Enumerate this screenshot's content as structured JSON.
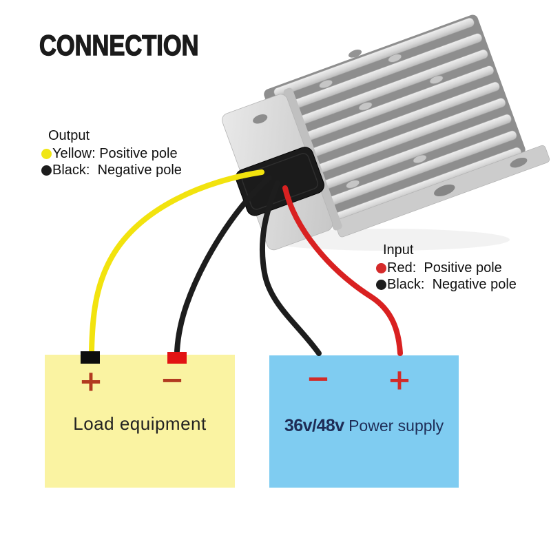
{
  "title": "CONNECTION",
  "device": {
    "name": "voltage converter with aluminum heatsink",
    "connector": "black wire connector block",
    "body_color": "#d6d6d6",
    "connector_color": "#1b1b1b"
  },
  "output_legend": {
    "title": "Output",
    "items": [
      {
        "dot": "yellow-dot",
        "dot_hex": "#f0e615",
        "label": "Yellow: Positive pole"
      },
      {
        "dot": "black-dot",
        "dot_hex": "#1d1d1d",
        "label": "Black:  Negative pole"
      }
    ]
  },
  "input_legend": {
    "title": "Input",
    "items": [
      {
        "dot": "red-dot",
        "dot_hex": "#d42a2a",
        "label": "Red:  Positive pole"
      },
      {
        "dot": "black-dot",
        "dot_hex": "#1d1d1d",
        "label": "Black:  Negative pole"
      }
    ]
  },
  "load_box": {
    "label": "Load equipment",
    "bg": "#faf3a2",
    "plus": "+",
    "minus": "−",
    "plus_terminal_color": "#0d0d0d",
    "minus_terminal_color": "#e21313",
    "symbol_color": "#b23a20"
  },
  "power_box": {
    "label_model": "36v/48v",
    "label_rest": " Power supply",
    "bg": "#7fccf1",
    "plus": "+",
    "minus": "−",
    "symbol_color": "#d22b28",
    "text_color": "#1e2c56"
  },
  "wires": {
    "output_positive_color": "#f2e30e",
    "output_negative_color": "#1d1d1d",
    "input_positive_color": "#d92121",
    "input_negative_color": "#1d1d1d"
  }
}
